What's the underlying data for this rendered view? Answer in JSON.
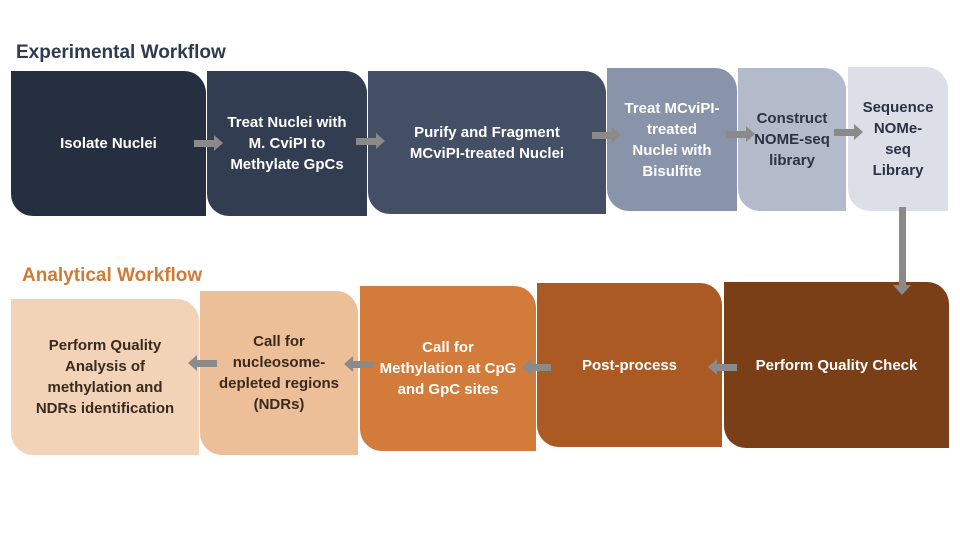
{
  "experimental": {
    "title": "Experimental Workflow",
    "steps": [
      {
        "lines": [
          "Isolate Nuclei"
        ],
        "bg": "#262f40",
        "fg": "#ffffff"
      },
      {
        "lines": [
          "Treat Nuclei with",
          "M. CviPI to",
          "Methylate GpCs"
        ],
        "bg": "#333d51",
        "fg": "#ffffff"
      },
      {
        "lines": [
          "Purify and Fragment",
          "MCviPI-treated Nuclei"
        ],
        "bg": "#444f66",
        "fg": "#ffffff"
      },
      {
        "lines": [
          "Treat MCviPI-",
          "treated",
          "Nuclei with",
          "Bisulfite"
        ],
        "bg": "#8994ab",
        "fg": "#ffffff"
      },
      {
        "lines": [
          "Construct",
          "NOME-seq",
          "library"
        ],
        "bg": "#b3bac9",
        "fg": "#2b3344"
      },
      {
        "lines": [
          "Sequence",
          "NOMe-",
          "seq",
          "Library"
        ],
        "bg": "#dcdfe7",
        "fg": "#2b3344"
      }
    ]
  },
  "analytical": {
    "title": "Analytical Workflow",
    "steps": [
      {
        "lines": [
          "Perform Quality",
          "Analysis of",
          "methylation and",
          "NDRs identification"
        ],
        "bg": "#f2d3b8",
        "fg": "#3a2a1e"
      },
      {
        "lines": [
          "Call for",
          "nucleosome-",
          "depleted regions",
          "(NDRs)"
        ],
        "bg": "#edbf98",
        "fg": "#3a2a1e"
      },
      {
        "lines": [
          "Call for",
          "Methylation at CpG",
          "and GpC sites"
        ],
        "bg": "#d37b3a",
        "fg": "#ffffff"
      },
      {
        "lines": [
          "Post-process"
        ],
        "bg": "#ab5a23",
        "fg": "#ffffff"
      },
      {
        "lines": [
          "Perform Quality Check"
        ],
        "bg": "#7a3f17",
        "fg": "#ffffff"
      }
    ]
  }
}
